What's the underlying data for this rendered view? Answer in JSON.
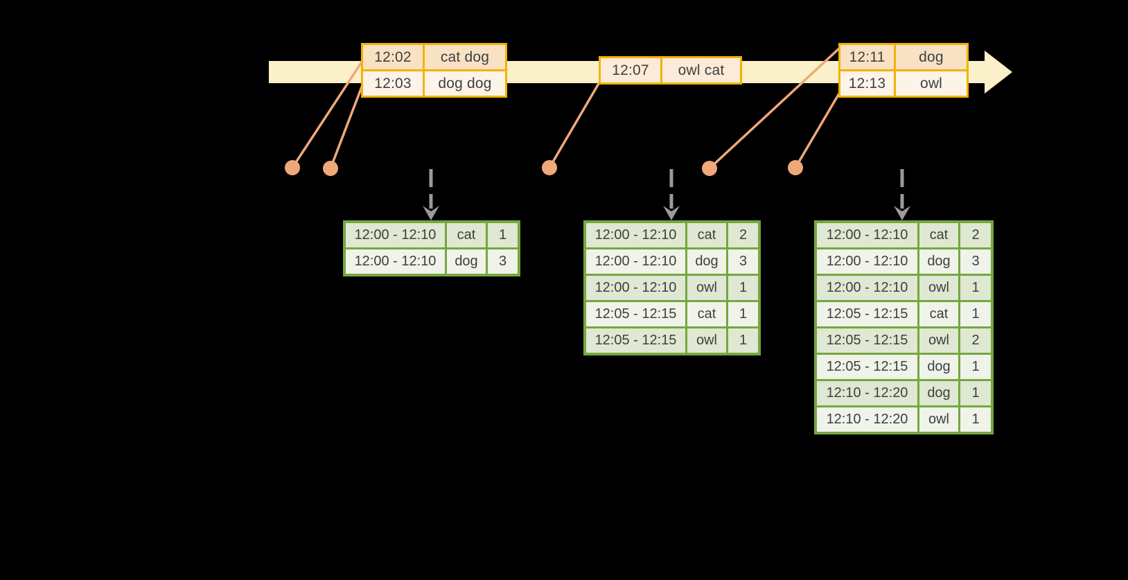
{
  "diagram": {
    "type": "streaming-windowed-aggregation-timeline",
    "colors": {
      "background": "#000000",
      "timeline_fill": "#FAF0C9",
      "event_table_border": "#F2B200",
      "event_row_dark": "#F9E2C4",
      "event_row_light": "#FDF4E8",
      "event_row_mid": "#FBEBD8",
      "connector_salmon": "#F0A87A",
      "result_table_border": "#76A63F",
      "result_row_dark": "#DEE8D2",
      "result_row_light": "#EFF3E9",
      "trigger_arrow_gray": "#9A9A9A",
      "text": "#3F3F3F"
    },
    "timeline": {
      "direction": "right"
    },
    "event_tables": [
      {
        "rows": [
          {
            "time": "12:02",
            "words": "cat dog"
          },
          {
            "time": "12:03",
            "words": "dog dog"
          }
        ]
      },
      {
        "rows": [
          {
            "time": "12:07",
            "words": "owl cat"
          }
        ]
      },
      {
        "rows": [
          {
            "time": "12:11",
            "words": "dog"
          },
          {
            "time": "12:13",
            "words": "owl"
          }
        ]
      }
    ],
    "result_tables": [
      {
        "rows": [
          {
            "window": "12:00 - 12:10",
            "word": "cat",
            "count": "1"
          },
          {
            "window": "12:00 - 12:10",
            "word": "dog",
            "count": "3"
          }
        ]
      },
      {
        "rows": [
          {
            "window": "12:00 - 12:10",
            "word": "cat",
            "count": "2"
          },
          {
            "window": "12:00 - 12:10",
            "word": "dog",
            "count": "3"
          },
          {
            "window": "12:00 - 12:10",
            "word": "owl",
            "count": "1"
          },
          {
            "window": "12:05 - 12:15",
            "word": "cat",
            "count": "1"
          },
          {
            "window": "12:05 - 12:15",
            "word": "owl",
            "count": "1"
          }
        ]
      },
      {
        "rows": [
          {
            "window": "12:00 - 12:10",
            "word": "cat",
            "count": "2"
          },
          {
            "window": "12:00 - 12:10",
            "word": "dog",
            "count": "3"
          },
          {
            "window": "12:00 - 12:10",
            "word": "owl",
            "count": "1"
          },
          {
            "window": "12:05 - 12:15",
            "word": "cat",
            "count": "1"
          },
          {
            "window": "12:05 - 12:15",
            "word": "owl",
            "count": "2"
          },
          {
            "window": "12:05 - 12:15",
            "word": "dog",
            "count": "1"
          },
          {
            "window": "12:10 - 12:20",
            "word": "dog",
            "count": "1"
          },
          {
            "window": "12:10 - 12:20",
            "word": "owl",
            "count": "1"
          }
        ]
      }
    ]
  }
}
